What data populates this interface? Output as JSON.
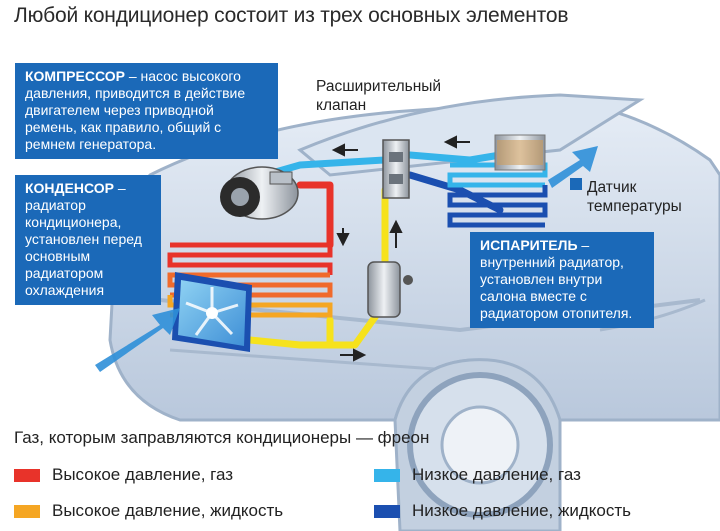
{
  "title": "Любой кондиционер состоит из трех основных элементов",
  "compressor": {
    "head": "КОМПРЕССОР",
    "text": " – насос высокого давления, приводится в действие двигателем через приводной ремень, как правило, общий с ремнем генератора."
  },
  "condenser": {
    "head": "КОНДЕНСОР",
    "text": " – радиатор кондиционера, установлен перед основным радиатором охлаждения"
  },
  "evaporator": {
    "head": "ИСПАРИТЕЛЬ",
    "text": " – внутренний радиатор, установлен внутри салона вместе с радиатором отопителя."
  },
  "valve_label": "Расширительный клапан",
  "sensor_label": "Датчик температуры",
  "legend": {
    "title": "Газ, которым заправляются кондиционеры — фреон",
    "items": [
      {
        "label": "Высокое давление, газ",
        "color": "#e8332a"
      },
      {
        "label": "Высокое давление, жидкость",
        "color": "#f5a623"
      },
      {
        "label": "Низкое давление, газ",
        "color": "#35b4ea"
      },
      {
        "label": "Низкое давление, жидкость",
        "color": "#1b4fb0"
      }
    ]
  },
  "colors": {
    "callout_bg": "#1b69b8",
    "car_body": "#c9d6e6",
    "pipe_yellow": "#f6e21c"
  }
}
